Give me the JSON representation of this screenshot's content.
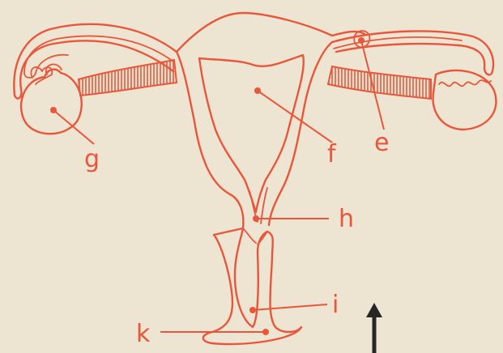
{
  "diagram": {
    "labels": {
      "g": "g",
      "f": "f",
      "e": "e",
      "h": "h",
      "i": "i",
      "k": "k"
    },
    "colors": {
      "background": "#eee4d2",
      "ink": "#e8573c",
      "arrow": "#262626"
    },
    "icons": {
      "arrow": "up-arrow-icon"
    }
  }
}
